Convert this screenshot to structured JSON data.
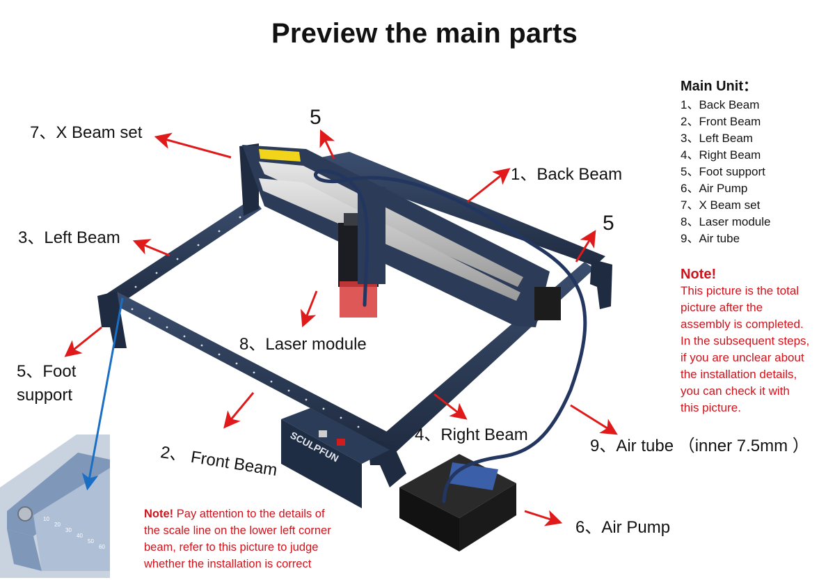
{
  "title": "Preview the main parts",
  "callouts": {
    "x_beam": "7、X Beam set",
    "back_beam": "1、Back Beam",
    "left_beam": "3、Left Beam",
    "laser_module": "8、Laser module",
    "foot_support_line1": "5、Foot",
    "foot_support_line2": "support",
    "front_beam": "2、 Front Beam",
    "right_beam": "4、Right Beam",
    "air_tube": "9、Air tube （inner 7.5mm ）",
    "air_pump": "6、Air Pump",
    "foot_top": "5",
    "foot_right": "5"
  },
  "brand": "SCULPFUN",
  "ruler_ticks": [
    "10",
    "20",
    "30",
    "40",
    "50",
    "60"
  ],
  "main_unit": {
    "heading": "Main Unit：",
    "items": [
      "1、Back Beam",
      "2、Front Beam",
      "3、Left Beam",
      "4、Right Beam",
      "5、Foot support",
      "6、Air Pump",
      "7、X Beam set",
      "8、Laser module",
      "9、Air tube"
    ]
  },
  "note_right": {
    "heading": "Note!",
    "lines": [
      "This picture is the total",
      "picture after the",
      "assembly is completed.",
      "In the subsequent steps,",
      "if you are unclear about",
      "the installation details,",
      "you can check it with",
      "this picture."
    ]
  },
  "note_bottom": {
    "heading": "Note!",
    "first_line": " Pay attention to the details of",
    "lines": [
      "the scale line on the lower left corner",
      "beam, refer to this picture to judge",
      "whether the installation is correct"
    ]
  },
  "colors": {
    "arrow": "#e01a1a",
    "note": "#d0121b",
    "beam": "#2c3c58",
    "tube": "#22365f",
    "blue_arrow": "#1a6fc4"
  }
}
